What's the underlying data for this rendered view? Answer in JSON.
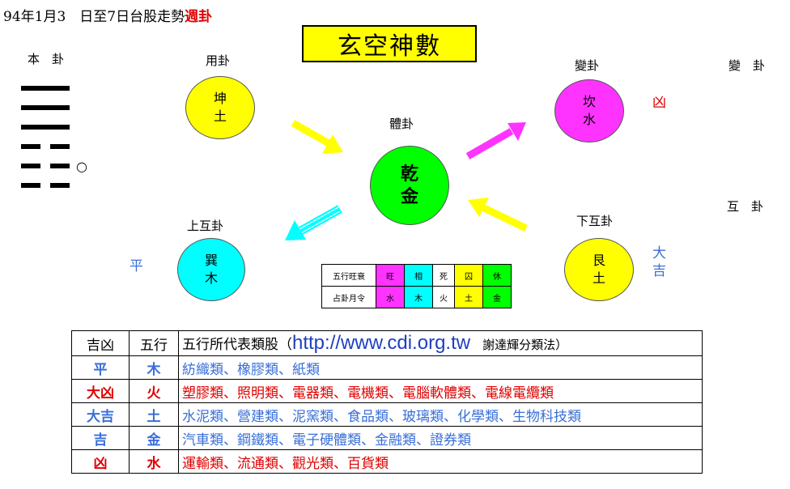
{
  "header": {
    "line": "94年1月3　日至7日台股走勢",
    "accent": "週卦"
  },
  "title": "玄空神數",
  "labels": {
    "ben_gua": "本　卦",
    "yong_gua": "用卦",
    "ti_gua": "體卦",
    "bian_gua_center": "變卦",
    "bian_gua_right": "變　卦",
    "shang_hu_gua": "上互卦",
    "xia_hu_gua": "下互卦",
    "hu_gua_right": "互　卦",
    "hexagram_marker": "○"
  },
  "hexagram": {
    "lines": [
      "yang",
      "yang",
      "yang",
      "yin",
      "yin",
      "yin"
    ]
  },
  "nodes": {
    "kun": {
      "line1": "坤",
      "line2": "土",
      "color": "#ffff00"
    },
    "qian": {
      "line1": "乾",
      "line2": "金",
      "color": "#00ff00"
    },
    "kan": {
      "line1": "坎",
      "line2": "水",
      "color": "#ff33ff"
    },
    "xun": {
      "line1": "巽",
      "line2": "木",
      "color": "#00ffff"
    },
    "gen": {
      "line1": "艮",
      "line2": "土",
      "color": "#ffff00"
    }
  },
  "statuses": {
    "kan": {
      "text": "凶",
      "color": "#e00000"
    },
    "xun": {
      "text": "平",
      "color": "#3a6fd8"
    },
    "gen_line1": "大",
    "gen_line2": "吉",
    "gen_color": "#3a6fd8"
  },
  "wuxing_table": {
    "row1": [
      "五行旺衰",
      "旺",
      "相",
      "死",
      "囚",
      "休"
    ],
    "row2": [
      "占卦月令",
      "水",
      "木",
      "火",
      "土",
      "金"
    ],
    "colors": [
      "#ffffff",
      "#ff33ff",
      "#00ffff",
      "#ffffff",
      "#ffff00",
      "#00ff00"
    ]
  },
  "class_table": {
    "header": {
      "c1": "吉凶",
      "c2": "五行",
      "c3_prefix": "五行所代表類股（",
      "url": "http://www.cdi.org.tw",
      "c3_suffix": "　謝達輝分類法）"
    },
    "rows": [
      {
        "fortune": "平",
        "element": "木",
        "sectors": "紡織類、橡膠類、紙類",
        "color": "#3a6fd8",
        "element_color": "#3a6fd8"
      },
      {
        "fortune": "大凶",
        "element": "火",
        "sectors": "塑膠類、照明類、電器類、電機類、電腦軟體類、電線電纜類",
        "color": "#e00000",
        "element_color": "#e00000"
      },
      {
        "fortune": "大吉",
        "element": "土",
        "sectors": "水泥類、營建類、泥窯類、食品類、玻璃類、化學類、生物科技類",
        "color": "#3a6fd8",
        "element_color": "#3a6fd8"
      },
      {
        "fortune": "吉",
        "element": "金",
        "sectors": "汽車類、鋼鐵類、電子硬體類、金融類、證券類",
        "color": "#3a6fd8",
        "element_color": "#3a6fd8"
      },
      {
        "fortune": "凶",
        "element": "水",
        "sectors": "運輸類、流通類、觀光類、百貨類",
        "color": "#e00000",
        "element_color": "#e00000"
      }
    ]
  }
}
